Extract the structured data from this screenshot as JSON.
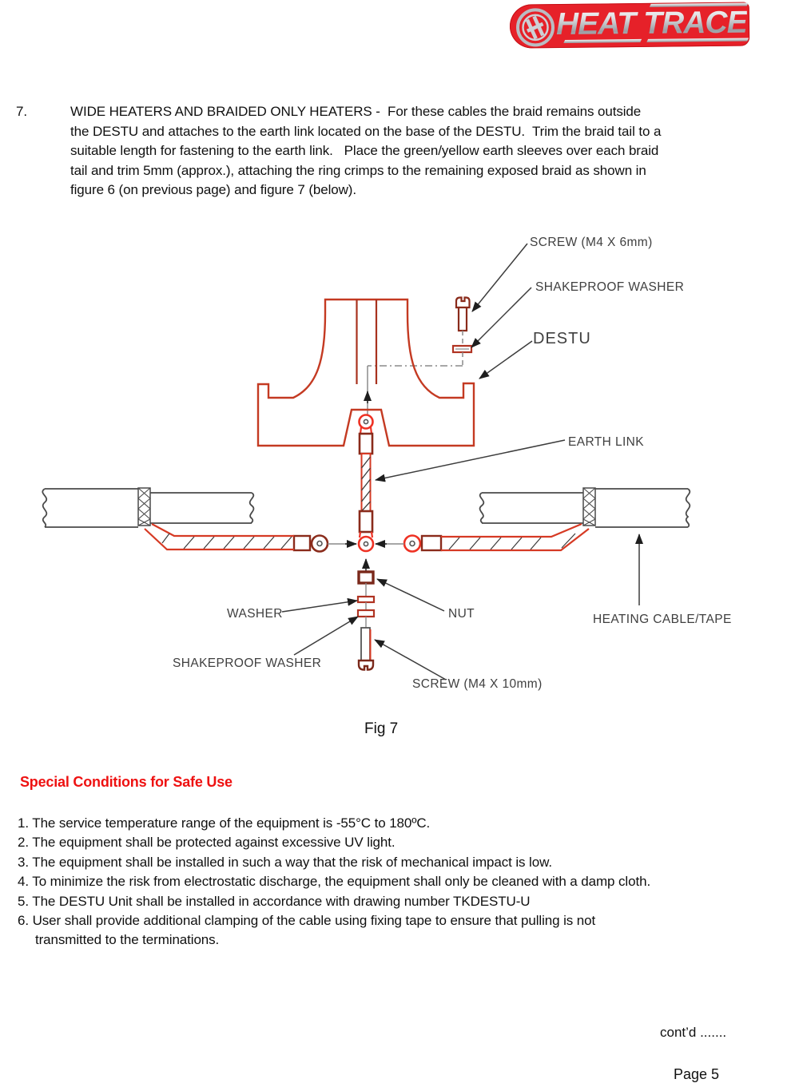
{
  "logo": {
    "brand_words": [
      "HEAT",
      "TRACE"
    ]
  },
  "intro": {
    "number": "7.",
    "lines": [
      "WIDE HEATERS AND BRAIDED ONLY HEATERS -  For these cables the braid remains outside",
      "the DESTU and attaches to the earth link located on the base of the DESTU.  Trim the braid tail to a",
      "suitable length for fastening to the earth link.   Place the green/yellow earth sleeves over each braid",
      "tail and trim 5mm (approx.), attaching the ring crimps to the remaining exposed braid as shown in",
      "figure 6 (on previous page) and figure 7 (below)."
    ]
  },
  "figure": {
    "caption": "Fig 7",
    "labels": {
      "screw_top": "SCREW (M4 X 6mm)",
      "shakeproof_top": "SHAKEPROOF WASHER",
      "destu": "DESTU",
      "earth_link": "EARTH LINK",
      "washer": "WASHER",
      "nut": "NUT",
      "heating_cable": "HEATING CABLE/TAPE",
      "shakeproof_bottom": "SHAKEPROOF WASHER",
      "screw_bottom": "SCREW (M4 X 10mm)"
    }
  },
  "safe_use": {
    "heading": "Special Conditions for Safe Use",
    "items": [
      "1. The service temperature range of the equipment is -55°C to 180ºC.",
      "2. The equipment shall be protected against excessive UV light.",
      "3. The equipment shall be installed in such a way that the risk of mechanical impact is low.",
      "4. To minimize the risk from electrostatic discharge, the equipment shall only be cleaned with a damp cloth.",
      "5. The DESTU Unit shall be installed in accordance with drawing number TKDESTU-U",
      "6. User shall provide additional clamping of the cable using fixing tape to ensure that pulling is not",
      "transmitted to the terminations."
    ]
  },
  "footer": {
    "contd": "cont’d .......",
    "page": "Page 5"
  },
  "colors": {
    "diagram_red": "#d63a24",
    "diagram_dark_red": "#8a2b1b",
    "heading_red": "#ee1111",
    "logo_red": "#e62129"
  }
}
